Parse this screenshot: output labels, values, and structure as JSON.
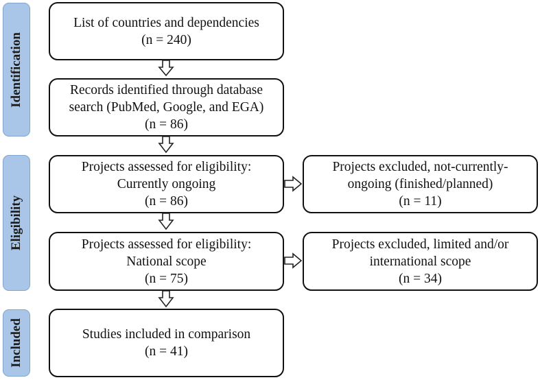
{
  "phases": {
    "identification": "Identification",
    "eligibility": "Eligibility",
    "included": "Included"
  },
  "boxes": {
    "countries": {
      "line1": "List of countries and dependencies",
      "line2": "(n = 240)"
    },
    "records": {
      "line1": "Records identified through database",
      "line2": "search (PubMed, Google, and EGA)",
      "line3": "(n = 86)"
    },
    "ongoing": {
      "line1": "Projects assessed for eligibility:",
      "line2": "Currently ongoing",
      "line3": "(n = 86)"
    },
    "excluded_ongoing": {
      "line1": "Projects excluded, not-currently-",
      "line2": "ongoing (finished/planned)",
      "line3": "(n = 11)"
    },
    "national": {
      "line1": "Projects assessed for eligibility:",
      "line2": "National scope",
      "line3": "(n = 75)"
    },
    "excluded_scope": {
      "line1": "Projects excluded, limited and/or",
      "line2": "international scope",
      "line3": "(n = 34)"
    },
    "included": {
      "line1": "Studies included in comparison",
      "line2": "(n = 41)"
    }
  },
  "colors": {
    "phase_fill": "#a9c6e8",
    "phase_border": "#7fa4cf",
    "box_border": "#111111"
  }
}
